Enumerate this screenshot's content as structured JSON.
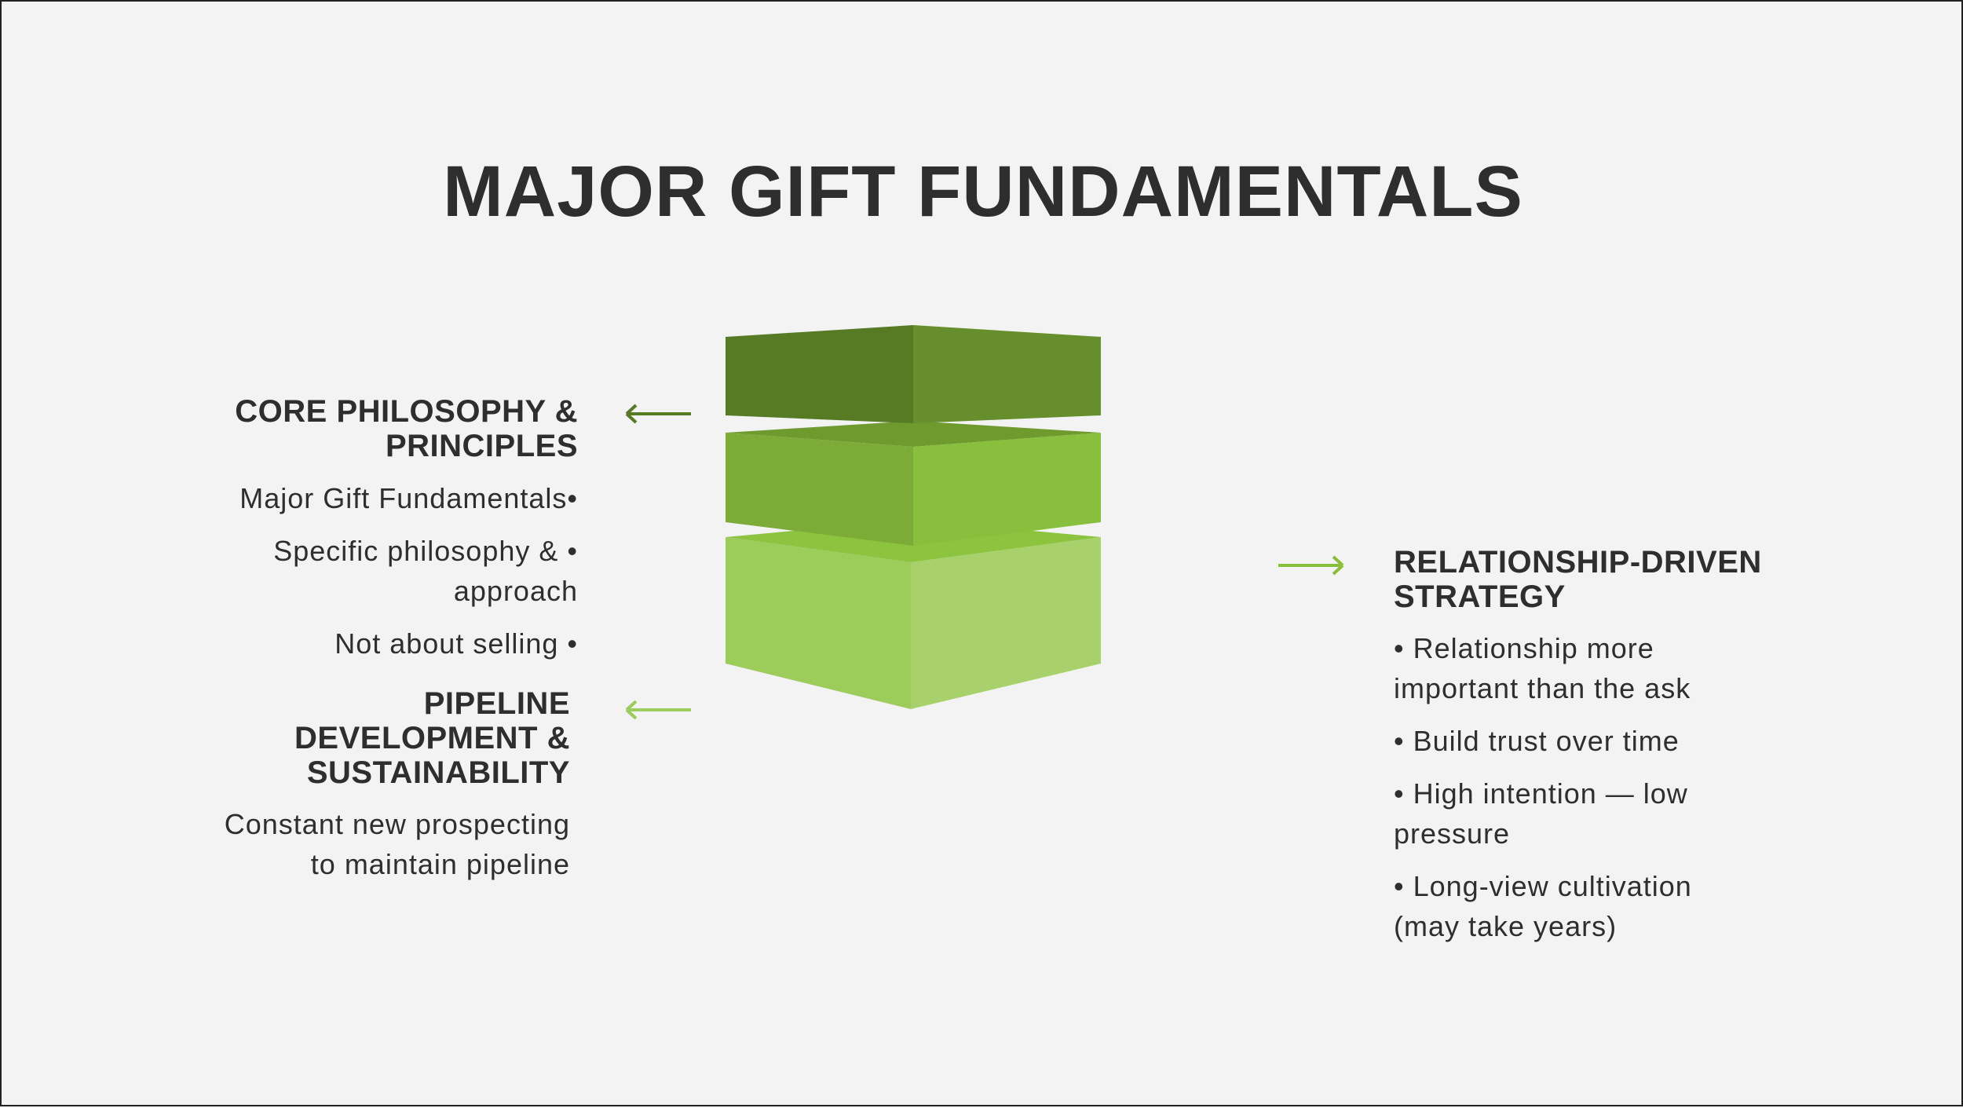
{
  "title": "MAJOR GIFT FUNDAMENTALS",
  "colors": {
    "top_left": "#577a25",
    "top_right": "#668e2c",
    "mid_top": "#6f9a2e",
    "mid_left": "#7cab37",
    "mid_right": "#88bf3d",
    "bot_top": "#8cc43f",
    "bot_left": "#9ccc5a",
    "bot_right": "#a8d16c",
    "text": "#2e2e2e"
  },
  "sections": {
    "core": {
      "heading_lines": [
        "CORE PHILOSOPHY &",
        "PRINCIPLES"
      ],
      "items": [
        "Major Gift Fundamentals•",
        "Specific philosophy & •",
        "approach",
        "Not about selling •"
      ],
      "arrow": "arrow-left-icon"
    },
    "pipeline": {
      "heading_lines": [
        "PIPELINE",
        "DEVELOPMENT &",
        "SUSTAINABILITY"
      ],
      "items": [
        "Constant new prospecting",
        "to maintain pipeline"
      ],
      "arrow": "arrow-left-icon"
    },
    "relationship": {
      "heading_lines": [
        "RELATIONSHIP-DRIVEN",
        "STRATEGY"
      ],
      "items": [
        "• Relationship more",
        "important than the ask",
        "• Build trust over time",
        "• High intention — low",
        "pressure",
        "• Long-view cultivation",
        "(may take years)"
      ],
      "arrow": "arrow-right-icon"
    }
  }
}
